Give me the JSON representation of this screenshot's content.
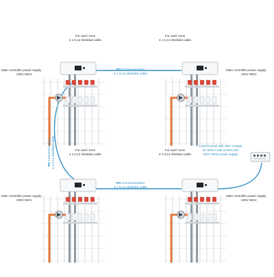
{
  "zone_label": {
    "line1": "For each zone",
    "line2": "4 x 0,14 shielded cable"
  },
  "power_label": {
    "line1": "Main controller power supply",
    "line2": "230V 50Hz"
  },
  "rs_label": {
    "protocol_bold": "RS",
    "protocol": " Communication",
    "cable": "4 x 0,14 shielded cable"
  },
  "wifi_panel": {
    "line1": "Control panel with WiFi module",
    "line2": "for 60mm wall socket and",
    "line3": "230V 50Hz power supply"
  },
  "colors": {
    "accent_blue": "#2d8fc4",
    "manifold_red": "#d84a3a",
    "pipe_orange": "#e8773a",
    "pipe_gray": "#8f9aa3",
    "floor_lines": "#b8bfc6"
  },
  "icons": {
    "pump": "pump-icon",
    "controller": "controller-icon",
    "wifi_panel": "wifi-control-panel-icon"
  }
}
